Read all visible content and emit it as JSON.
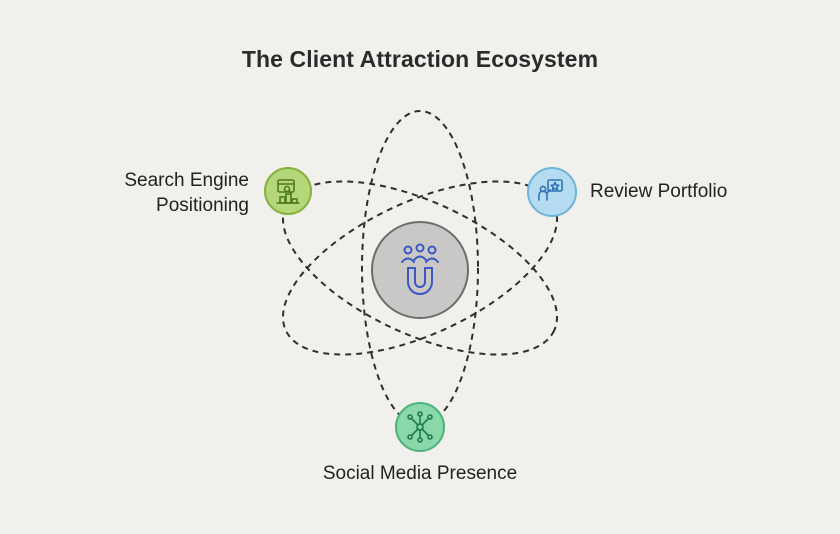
{
  "title": "The Client Attraction Ecosystem",
  "center": {
    "icon": "people-magnet-icon",
    "color": "#c9c8c6"
  },
  "nodes": [
    {
      "id": "search",
      "label_line1": "Search Engine",
      "label_line2": "Positioning",
      "icon": "search-ranking-icon",
      "color": "#a9cf6a"
    },
    {
      "id": "review",
      "label": "Review Portfolio",
      "icon": "review-rating-icon",
      "color": "#a8d3ea"
    },
    {
      "id": "social",
      "label": "Social Media Presence",
      "icon": "network-icon",
      "color": "#7ed0a0"
    }
  ]
}
